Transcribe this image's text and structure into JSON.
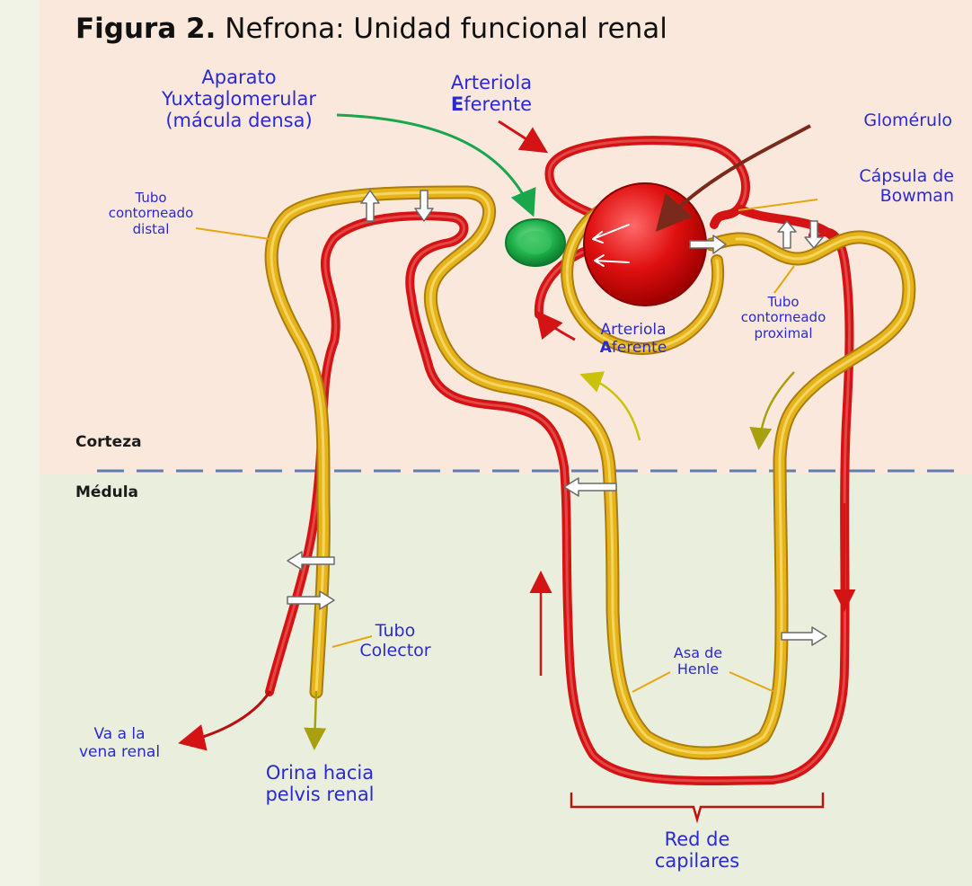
{
  "title": {
    "prefix": "Figura 2.",
    "text": "Nefrona: Unidad funcional renal"
  },
  "zones": {
    "cortex": "Corteza",
    "medulla": "Médula"
  },
  "labels": {
    "juxta": [
      "Aparato",
      "Yuxtaglomerular",
      "(mácula densa)"
    ],
    "efferent": {
      "line1": "Arteriola",
      "initial": "E",
      "rest": "ferente"
    },
    "afferent": {
      "line1": "Arteriola",
      "initial": "A",
      "rest": "ferente"
    },
    "glomerulus": "Glomérulo",
    "bowman": [
      "Cápsula de",
      "Bowman"
    ],
    "distal": [
      "Tubo",
      "contorneado",
      "distal"
    ],
    "proximal": [
      "Tubo",
      "contorneado",
      "proximal"
    ],
    "collector": [
      "Tubo",
      "Colector"
    ],
    "renal_vein": [
      "Va a la",
      "vena renal"
    ],
    "urine": [
      "Orina hacia",
      "pelvis renal"
    ],
    "henle": [
      "Asa de",
      "Henle"
    ],
    "capillaries": [
      "Red de",
      "capilares"
    ]
  },
  "colors": {
    "tubule": "#e6b31a",
    "tubule_highlight": "#f8de70",
    "vessel": "#d41414",
    "vessel_highlight": "#f07070",
    "label_text": "#2a2ad0",
    "juxta_arrow": "#1aa64a",
    "glomerulus_arrow": "#7a2a1a",
    "flow_arrow": "#c9c20a",
    "divider": "#5a7fb0"
  }
}
